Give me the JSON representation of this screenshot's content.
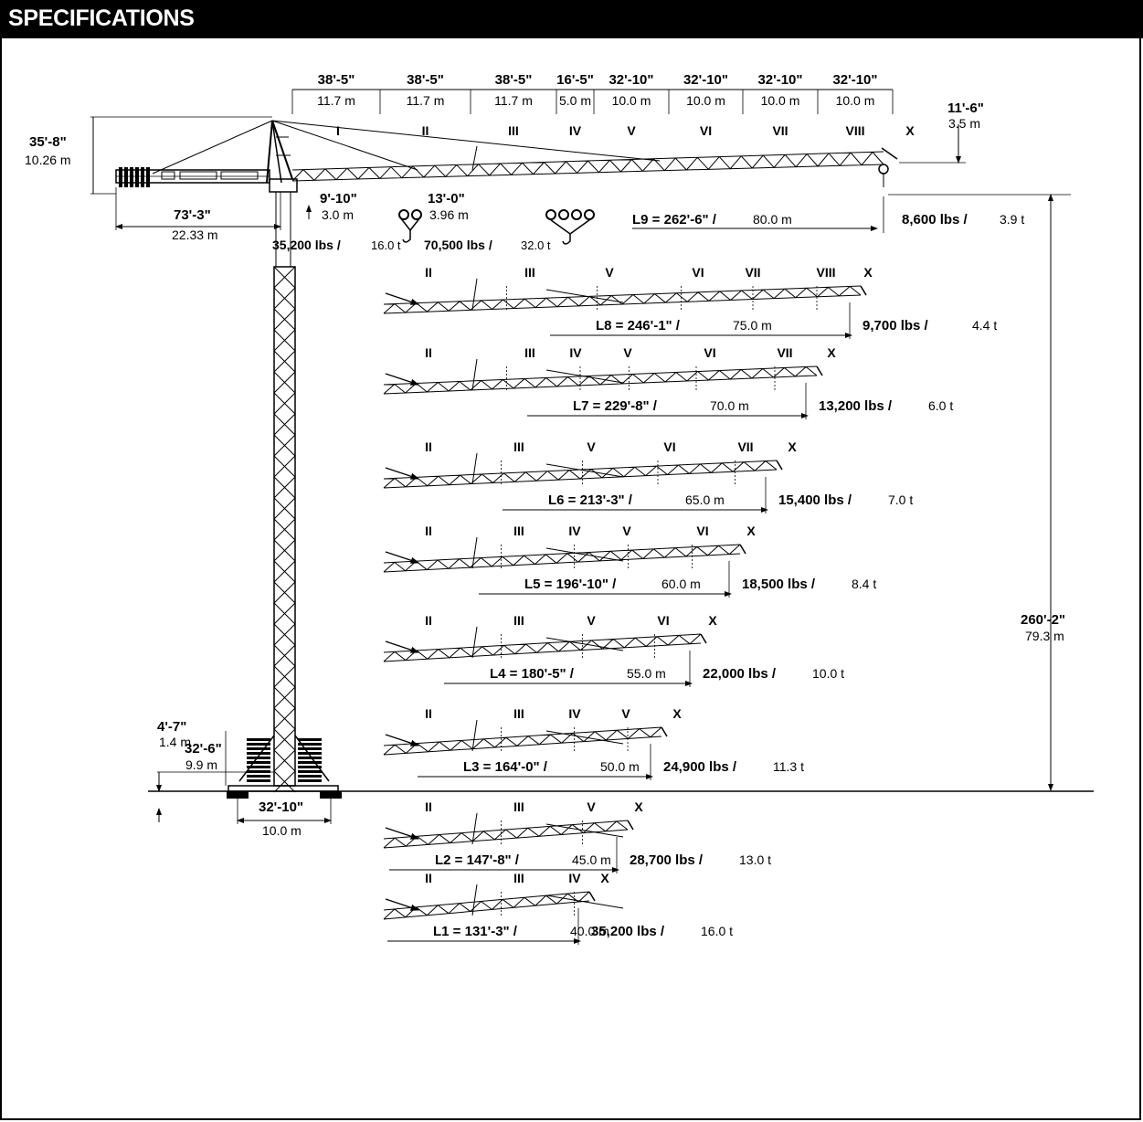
{
  "header": {
    "title": "SPECIFICATIONS"
  },
  "main_jib": {
    "sections": [
      {
        "ft": "38'-5\"",
        "m": "11.7 m",
        "roman": "I"
      },
      {
        "ft": "38'-5\"",
        "m": "11.7 m",
        "roman": "II"
      },
      {
        "ft": "38'-5\"",
        "m": "11.7 m",
        "roman": "III"
      },
      {
        "ft": "16'-5\"",
        "m": "5.0 m",
        "roman": "IV"
      },
      {
        "ft": "32'-10\"",
        "m": "10.0 m",
        "roman": "V"
      },
      {
        "ft": "32'-10\"",
        "m": "10.0 m",
        "roman": "VI"
      },
      {
        "ft": "32'-10\"",
        "m": "10.0 m",
        "roman": "VII"
      },
      {
        "ft": "32'-10\"",
        "m": "10.0 m",
        "roman": "VIII"
      }
    ],
    "tip_label": "X"
  },
  "dimensions": {
    "tower_head_ft": "35'-8\"",
    "tower_head_m": "10.26 m",
    "counter_jib_ft": "73'-3\"",
    "counter_jib_m": "22.33 m",
    "tip_height_ft": "11'-6\"",
    "tip_height_m": "3.5 m",
    "min_radius_ft": "9'-10\"",
    "min_radius_m": "3.0 m",
    "max_load_radius_ft": "13'-0\"",
    "max_load_radius_m": "3.96 m",
    "hook_height_ft": "260'-2\"",
    "hook_height_m": "79.3 m",
    "base_offset_ft": "4'-7\"",
    "base_offset_m": "1.4 m",
    "ballast_height_ft": "32'-6\"",
    "ballast_height_m": "9.9 m",
    "base_width_ft": "32'-10\"",
    "base_width_m": "10.0 m"
  },
  "hooks": {
    "two_fall_lbs": "35,200 lbs /",
    "two_fall_t": "16.0 t",
    "four_fall_lbs": "70,500 lbs /",
    "four_fall_t": "32.0 t"
  },
  "configurations": [
    {
      "id": "L9",
      "len_label": "L9 = 262'-6\" /",
      "len_m": "80.0 m",
      "load_lbs": "8,600 lbs /",
      "load_t": "3.9 t"
    },
    {
      "id": "L8",
      "len_label": "L8 = 246'-1\" /",
      "len_m": "75.0 m",
      "load_lbs": "9,700 lbs /",
      "load_t": "4.4 t",
      "sections": [
        "II",
        "III",
        "V",
        "VI",
        "VII",
        "VIII",
        "X"
      ]
    },
    {
      "id": "L7",
      "len_label": "L7 = 229'-8\" /",
      "len_m": "70.0 m",
      "load_lbs": "13,200 lbs /",
      "load_t": "6.0 t",
      "sections": [
        "II",
        "III",
        "IV",
        "V",
        "VI",
        "VII",
        "X"
      ]
    },
    {
      "id": "L6",
      "len_label": "L6 = 213'-3\" /",
      "len_m": "65.0 m",
      "load_lbs": "15,400 lbs /",
      "load_t": "7.0 t",
      "sections": [
        "II",
        "III",
        "V",
        "VI",
        "VII",
        "X"
      ]
    },
    {
      "id": "L5",
      "len_label": "L5 = 196'-10\" /",
      "len_m": "60.0 m",
      "load_lbs": "18,500 lbs /",
      "load_t": "8.4 t",
      "sections": [
        "II",
        "III",
        "IV",
        "V",
        "VI",
        "X"
      ]
    },
    {
      "id": "L4",
      "len_label": "L4 = 180'-5\" /",
      "len_m": "55.0 m",
      "load_lbs": "22,000 lbs /",
      "load_t": "10.0 t",
      "sections": [
        "II",
        "III",
        "V",
        "VI",
        "X"
      ]
    },
    {
      "id": "L3",
      "len_label": "L3 = 164'-0\" /",
      "len_m": "50.0 m",
      "load_lbs": "24,900 lbs /",
      "load_t": "11.3 t",
      "sections": [
        "II",
        "III",
        "IV",
        "V",
        "X"
      ]
    },
    {
      "id": "L2",
      "len_label": "L2 = 147'-8\" /",
      "len_m": "45.0 m",
      "load_lbs": "28,700 lbs /",
      "load_t": "13.0 t",
      "sections": [
        "II",
        "III",
        "V",
        "X"
      ]
    },
    {
      "id": "L1",
      "len_label": "L1 = 131'-3\" /",
      "len_m": "40.0 m",
      "load_lbs": "35,200 lbs /",
      "load_t": "16.0 t",
      "sections": [
        "II",
        "III",
        "IV",
        "X"
      ]
    }
  ]
}
